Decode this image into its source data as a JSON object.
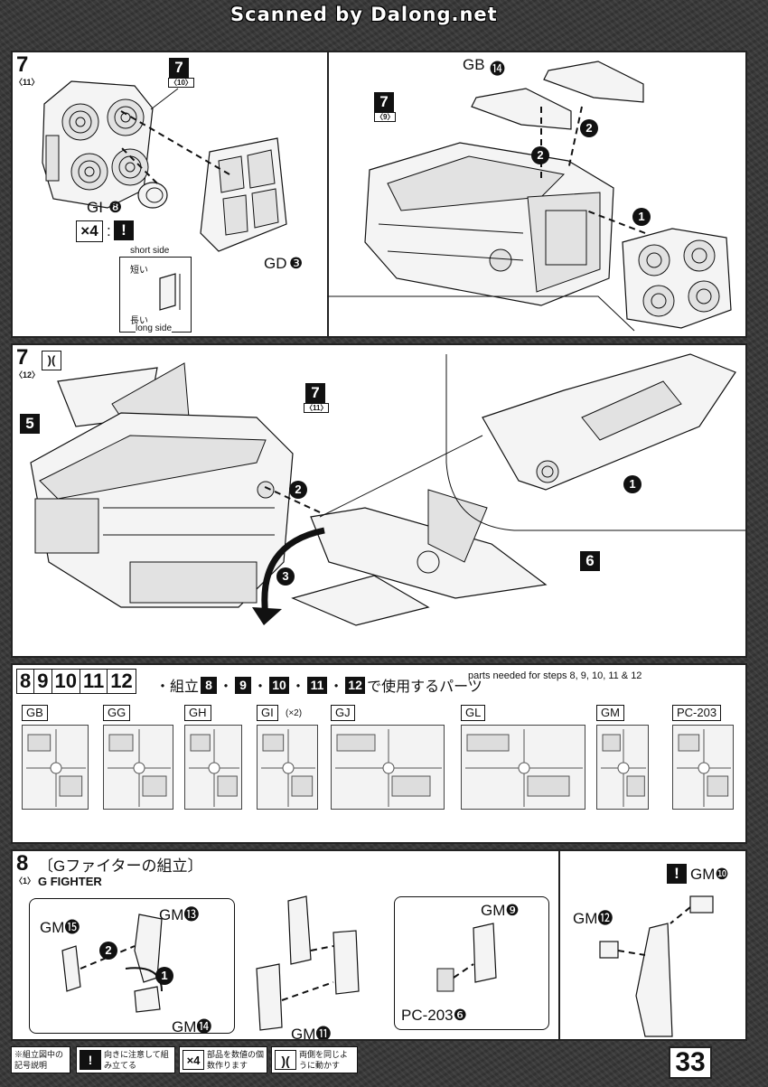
{
  "watermark": "Scanned by Dalong.net",
  "step7_11": {
    "num": "7",
    "sub": "〈11〉",
    "ref_num": "7",
    "ref_sub": "〈10〉",
    "gi_label": "GI",
    "gi_num": "❽",
    "x4": "×4",
    "colon": ":",
    "excl": "!",
    "short_side_en": "short side",
    "short_side_jp": "短い",
    "long_side_jp": "長い",
    "long_side_en": "long side",
    "gd_label": "GD",
    "gd_num": "❸",
    "gb_label": "GB",
    "gb_num": "⓮",
    "ref2_num": "7",
    "ref2_sub": "〈9〉",
    "arrow1": "1",
    "arrow2a": "2",
    "arrow2b": "2"
  },
  "step7_12": {
    "num": "7",
    "sub": "〈12〉",
    "ref5": "5",
    "ref7": "7",
    "ref7_sub": "〈11〉",
    "ref6": "6",
    "arrow1": "1",
    "arrow2": "2",
    "arrow3": "3"
  },
  "parts": {
    "steps": [
      "8",
      "9",
      "10",
      "11",
      "12"
    ],
    "jp_title_prefix": "・組立",
    "jp_title_steps": [
      "8",
      "9",
      "10",
      "11",
      "12"
    ],
    "jp_title_suffix": "で使用するパーツ",
    "en_title": "parts needed for steps 8, 9, 10, 11 & 12",
    "runners": [
      {
        "name": "GB",
        "note": ""
      },
      {
        "name": "GG",
        "note": ""
      },
      {
        "name": "GH",
        "note": ""
      },
      {
        "name": "GI",
        "note": "(×2)"
      },
      {
        "name": "GJ",
        "note": ""
      },
      {
        "name": "GL",
        "note": ""
      },
      {
        "name": "GM",
        "note": ""
      },
      {
        "name": "PC-203",
        "note": ""
      }
    ]
  },
  "step8": {
    "num": "8",
    "sub": "〈1〉",
    "jp_title": "〔Gファイターの組立〕",
    "en_title": "G FIGHTER",
    "gm15": "GM⓯",
    "gm13": "GM⓭",
    "gm14": "GM⓮",
    "gm11": "GM⓫",
    "gm9": "GM❾",
    "pc203": "PC-203❻",
    "gm12": "GM⓬",
    "gm10": "GM❿",
    "excl": "!",
    "arrow1": "1",
    "arrow2": "2"
  },
  "legend": {
    "title": "※組立図中の記号説明",
    "items": [
      {
        "icon": "!",
        "text": "向きに注意して組み立てる"
      },
      {
        "icon": "×4",
        "text": "部品を数値の個数作ります"
      },
      {
        "icon": ")(",
        "text": "両側を同じように動かす"
      }
    ]
  },
  "page_number": "33"
}
